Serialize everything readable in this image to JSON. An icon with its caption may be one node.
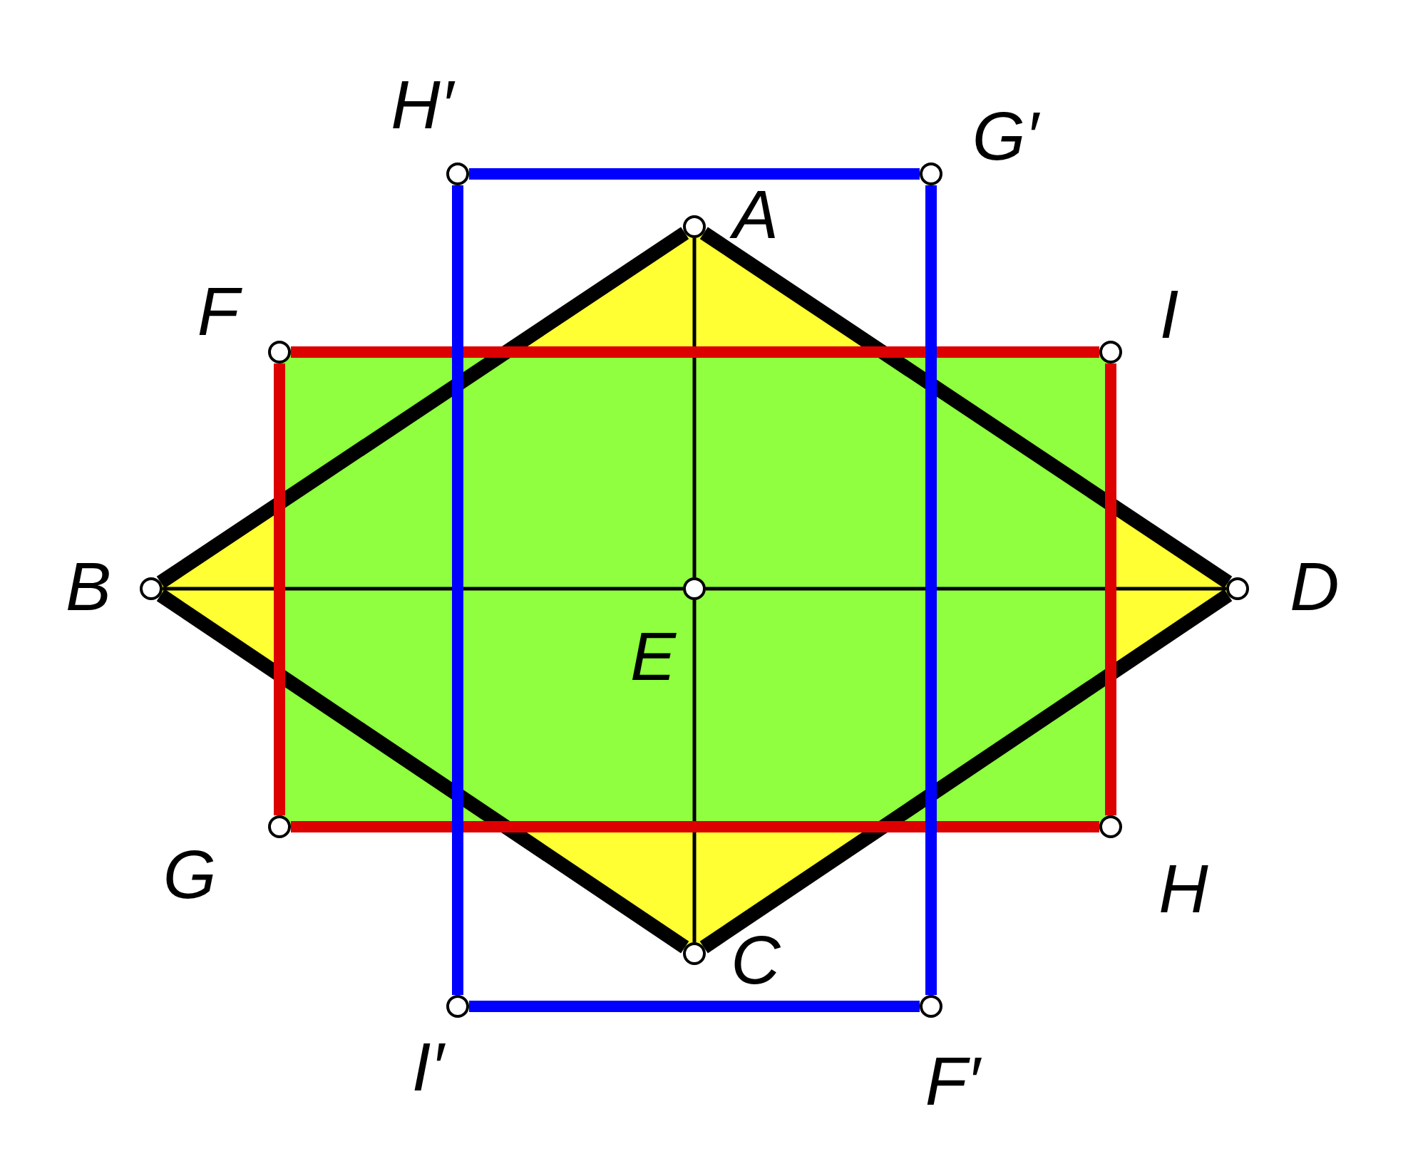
{
  "diagram": {
    "nodes": [
      {
        "text": [],
        "shape": "circle",
        "beside": [
          "A"
        ]
      },
      {
        "text": [],
        "shape": "circle",
        "beside": [
          "B"
        ]
      },
      {
        "text": [],
        "shape": "circle",
        "beside": [
          "C"
        ]
      },
      {
        "text": [],
        "shape": "circle",
        "beside": [
          "D"
        ]
      },
      {
        "text": [],
        "shape": "circle",
        "beside": [
          "E"
        ]
      },
      {
        "text": [],
        "shape": "circle",
        "beside": [
          "F"
        ]
      },
      {
        "text": [],
        "shape": "circle",
        "beside": [
          "G"
        ]
      },
      {
        "text": [],
        "shape": "circle",
        "beside": [
          "H"
        ]
      },
      {
        "text": [],
        "shape": "circle",
        "beside": [
          "I"
        ]
      },
      {
        "text": [],
        "shape": "circle",
        "beside": [
          "H′"
        ]
      },
      {
        "text": [],
        "shape": "circle",
        "beside": [
          "G′"
        ]
      },
      {
        "text": [],
        "shape": "circle",
        "beside": [
          "I′"
        ]
      },
      {
        "text": [],
        "shape": "circle",
        "beside": [
          "F′"
        ]
      }
    ],
    "edges": [
      {
        "from": 0,
        "to": 1,
        "arrow": "none"
      },
      {
        "from": 1,
        "to": 2,
        "arrow": "none"
      },
      {
        "from": 2,
        "to": 3,
        "arrow": "none"
      },
      {
        "from": 3,
        "to": 0,
        "arrow": "none"
      },
      {
        "from": 0,
        "to": 4,
        "arrow": "none"
      },
      {
        "from": 4,
        "to": 2,
        "arrow": "none"
      },
      {
        "from": 1,
        "to": 4,
        "arrow": "none"
      },
      {
        "from": 4,
        "to": 3,
        "arrow": "none"
      },
      {
        "from": 5,
        "to": 8,
        "arrow": "none",
        "color": "#dd0000"
      },
      {
        "from": 8,
        "to": 7,
        "arrow": "none",
        "color": "#dd0000"
      },
      {
        "from": 7,
        "to": 6,
        "arrow": "none",
        "color": "#dd0000"
      },
      {
        "from": 6,
        "to": 5,
        "arrow": "none",
        "color": "#dd0000"
      },
      {
        "from": 9,
        "to": 10,
        "arrow": "none",
        "color": "#0000ff"
      },
      {
        "from": 10,
        "to": 12,
        "arrow": "none",
        "color": "#0000ff"
      },
      {
        "from": 12,
        "to": 11,
        "arrow": "none",
        "color": "#0000ff"
      },
      {
        "from": 11,
        "to": 9,
        "arrow": "none",
        "color": "#0000ff"
      }
    ]
  }
}
